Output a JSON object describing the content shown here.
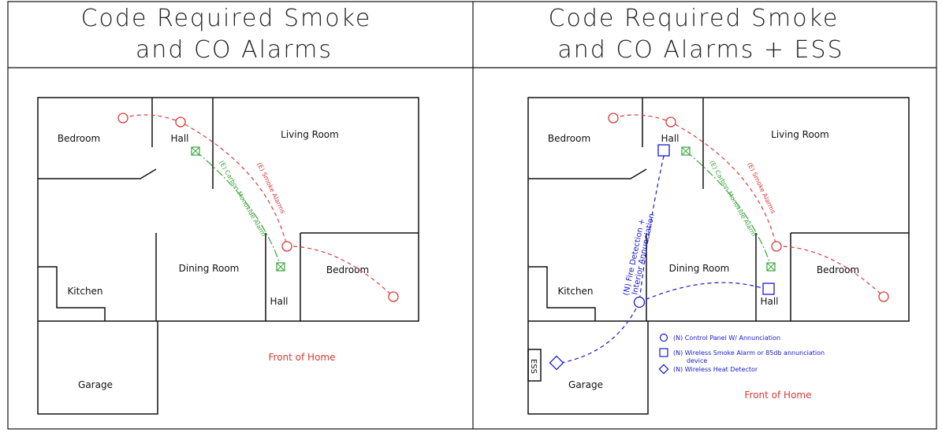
{
  "left_panel": {
    "title_line1": "Code Required Smoke",
    "title_line2": "and CO Alarms",
    "rooms": {
      "bedroom_left": "Bedroom",
      "hall_top": "Hall",
      "living_room": "Living Room",
      "dining_room": "Dining Room",
      "kitchen": "Kitchen",
      "bedroom_right": "Bedroom",
      "hall_bottom": "Hall",
      "garage": "Garage"
    },
    "smoke_label": "(E) Smoke Alarms",
    "co_label": "(E) Carbon Monoxide Alarm",
    "front_of_home": "Front of Home"
  },
  "right_panel": {
    "title_line1": "Code Required Smoke",
    "title_line2": "and CO Alarms + ESS",
    "rooms": {
      "bedroom_left": "Bedroom",
      "hall_top": "Hall",
      "living_room": "Living Room",
      "dining_room": "Dining Room",
      "kitchen": "Kitchen",
      "bedroom_right": "Bedroom",
      "hall_bottom": "Hall",
      "garage": "Garage"
    },
    "smoke_label": "(E) Smoke Alarms",
    "co_label": "(E) Carbon Monoxide Alarm",
    "fire_label_line1": "(N) Fire Detection +",
    "fire_label_line2": "Interior Annunciation",
    "ess_label": "ESS",
    "legend": {
      "control_panel": "(N) Control Panel W/ Annunciation",
      "smoke_alarm_line1": "(N) Wireless Smoke Alarm or 85db annunciation",
      "smoke_alarm_line2": "device",
      "heat_detector": "(N) Wireless Heat Detector"
    },
    "front_of_home": "Front of Home"
  },
  "colors": {
    "smoke": "#d93a3a",
    "co": "#3aa53a",
    "new_devices": "#1a1acc"
  }
}
